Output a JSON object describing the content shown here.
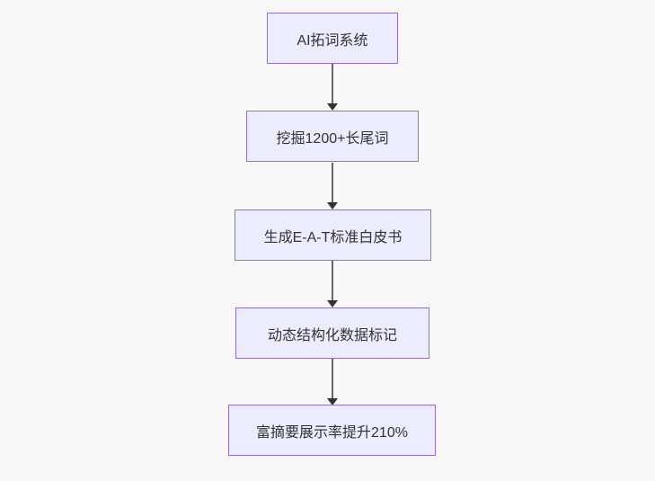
{
  "diagram": {
    "type": "flowchart",
    "direction": "top-down",
    "steps": [
      {
        "id": "step-1",
        "label": "AI拓词系统"
      },
      {
        "id": "step-2",
        "label": "挖掘1200+长尾词"
      },
      {
        "id": "step-3",
        "label": "生成E-A-T标准白皮书"
      },
      {
        "id": "step-4",
        "label": "动态结构化数据标记"
      },
      {
        "id": "step-5",
        "label": "富摘要展示率提升210%"
      }
    ],
    "edges": [
      {
        "from": "step-1",
        "to": "step-2"
      },
      {
        "from": "step-2",
        "to": "step-3"
      },
      {
        "from": "step-3",
        "to": "step-4"
      },
      {
        "from": "step-4",
        "to": "step-5"
      }
    ],
    "colors": {
      "background": "#f8f8f8",
      "node_fill": "#ECECFF",
      "node_border": "#9370DB",
      "text": "#333333",
      "edge_line": "#666666",
      "arrowhead": "#333333"
    }
  }
}
